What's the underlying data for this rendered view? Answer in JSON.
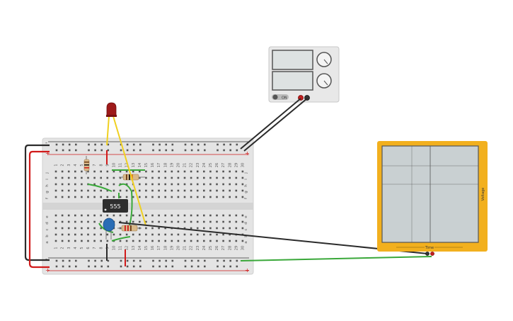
{
  "ic": {
    "label": "555"
  },
  "scope": {
    "x_label": "Time",
    "y_label": "Voltage",
    "bg": "#f2b01e",
    "screen": "#c9d0d2"
  },
  "supply": {
    "button_label": "ON"
  },
  "breadboard": {
    "column_numbers": [
      "1",
      "2",
      "3",
      "4",
      "5",
      "6",
      "7",
      "8",
      "9",
      "10",
      "11",
      "12",
      "13",
      "14",
      "15",
      "16",
      "17",
      "18",
      "19",
      "20",
      "21",
      "22",
      "23",
      "24",
      "25",
      "26",
      "27",
      "28",
      "29",
      "30"
    ],
    "row_letters_top": [
      "j",
      "i",
      "h",
      "g",
      "f"
    ],
    "row_letters_bottom": [
      "e",
      "d",
      "c",
      "b",
      "a"
    ],
    "rail_plus": "+",
    "rail_minus": "-"
  },
  "colors": {
    "wire_red": "#d11a1a",
    "wire_black": "#2b2b2b",
    "wire_green": "#3aa83a",
    "wire_yellow": "#f0d020",
    "led": "#9e1a1a",
    "capacitor": "#2a6db5"
  }
}
